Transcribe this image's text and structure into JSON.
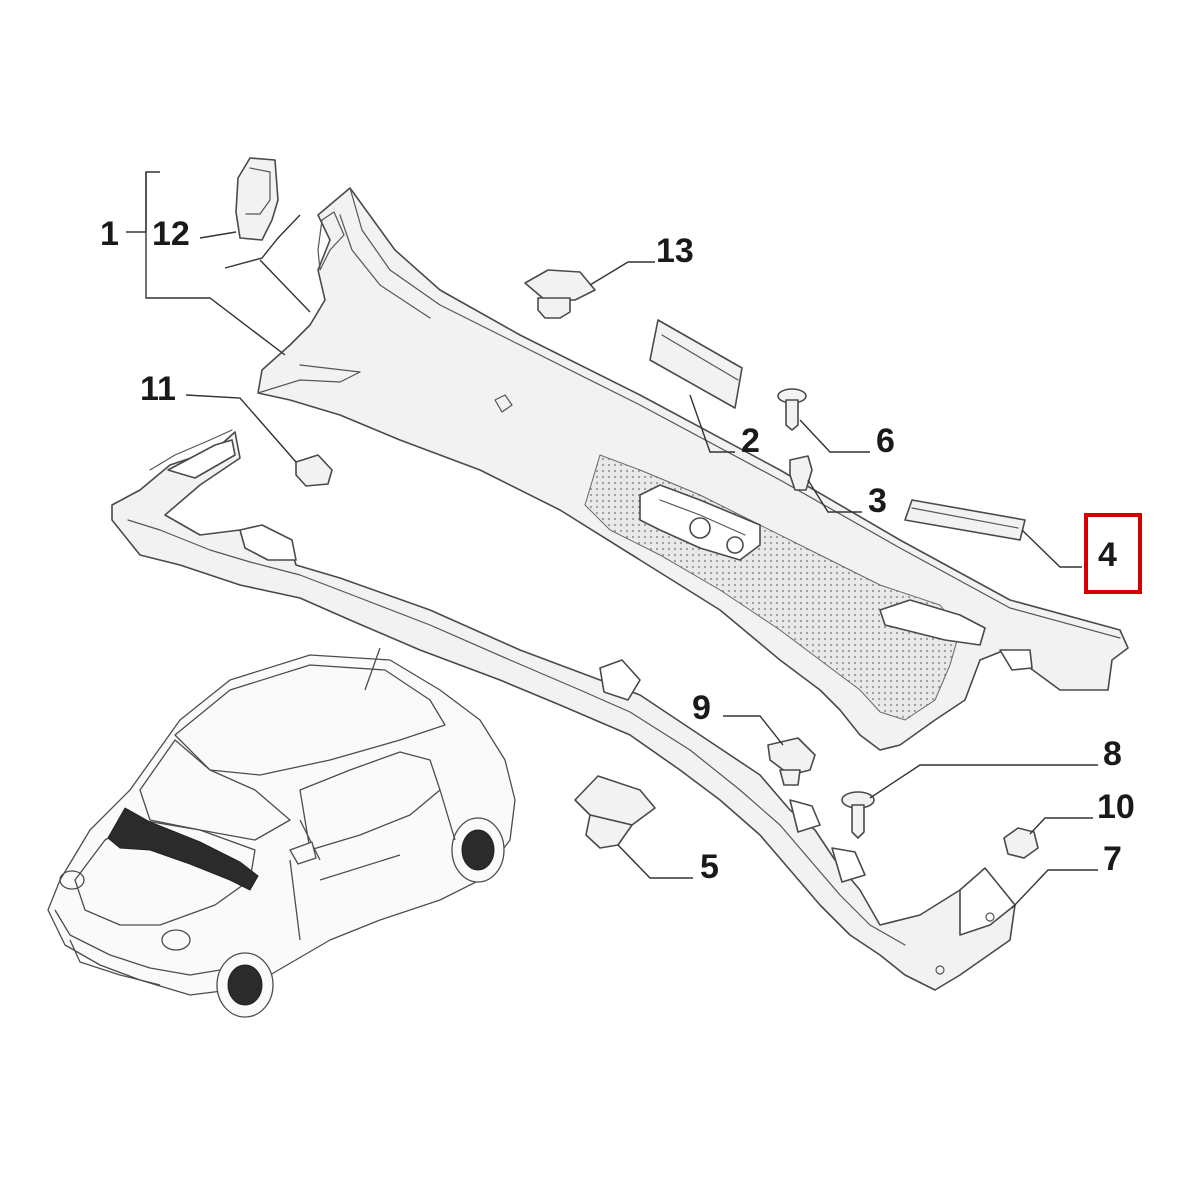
{
  "callouts": {
    "c1": "1",
    "c2": "2",
    "c3": "3",
    "c4": "4",
    "c5": "5",
    "c6": "6",
    "c7": "7",
    "c8": "8",
    "c9": "9",
    "c10": "10",
    "c11": "11",
    "c12": "12",
    "c13": "13"
  },
  "highlighted_part": "4",
  "colors": {
    "highlight": "#d40000",
    "line": "#4a4a4a",
    "background": "#ffffff"
  }
}
